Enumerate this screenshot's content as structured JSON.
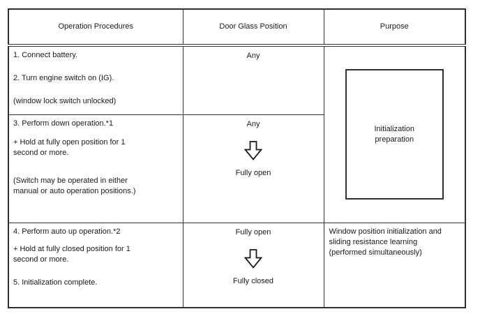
{
  "colors": {
    "border": "#2f2f2f",
    "text": "#1a1a1a",
    "background": "#ffffff"
  },
  "table": {
    "columns": [
      "Operation Procedures",
      "Door Glass Position",
      "Purpose"
    ],
    "rows": [
      {
        "procedures": [
          "1. Connect battery.",
          "2. Turn engine switch on (IG).",
          "(window lock switch unlocked)"
        ],
        "door_glass_position": {
          "start": "Any"
        },
        "purpose": "Initialization preparation"
      },
      {
        "procedures": [
          "3. Perform down operation.*1",
          "+ Hold at fully open position for 1 second or more.",
          "(Switch may be operated in either manual or auto operation positions.)"
        ],
        "door_glass_position": {
          "start": "Any",
          "transition": "down-arrow",
          "end": "Fully open"
        }
      },
      {
        "procedures": [
          "4. Perform auto up operation.*2",
          "+ Hold at fully closed position for 1 second or more.",
          "5. Initialization complete."
        ],
        "door_glass_position": {
          "start": "Fully open",
          "transition": "down-arrow",
          "end": "Fully closed"
        },
        "purpose": "Window position initialization and sliding resistance learning (performed simultaneously)"
      }
    ],
    "icons": {
      "transition_arrow": "down-block-arrow"
    }
  }
}
